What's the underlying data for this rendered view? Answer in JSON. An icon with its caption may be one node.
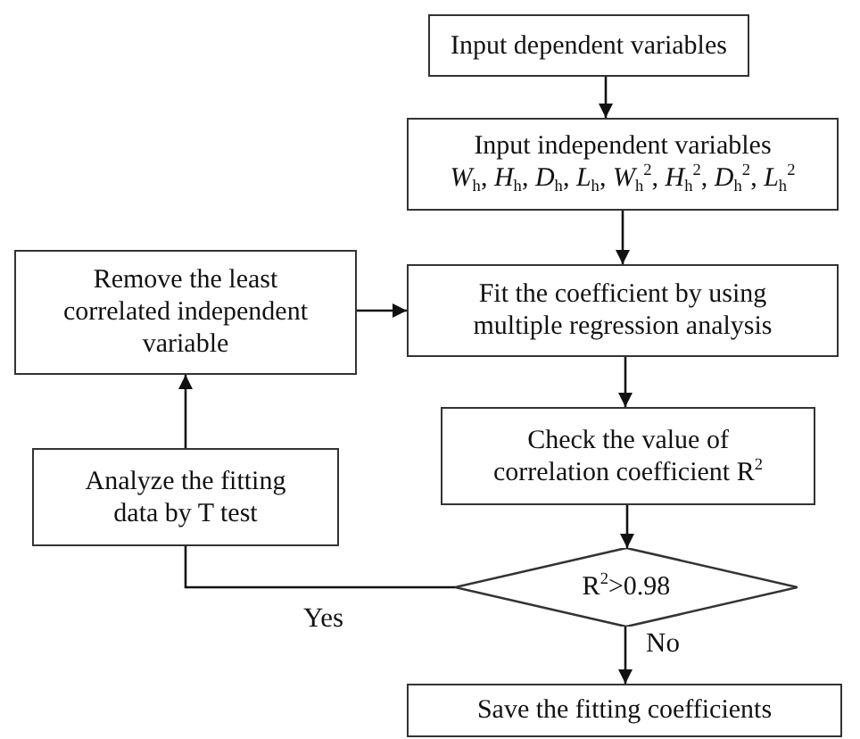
{
  "diagram": {
    "nodes": [
      {
        "text": [
          "Input dependent variables"
        ]
      },
      {
        "text": [
          "Input independent variables",
          "*W*$_{h}$, *H*$_{h}$, *D*$_{h}$, *L*$_{h}$, *W*$_{h}$$^{2}$, *H*$_{h}$$^{2}$, *D*$_{h}$$^{2}$, *L*$_{h}$$^{2}$"
        ]
      },
      {
        "text": [
          "Fit the coefficient by using multiple  regression analysis"
        ]
      },
      {
        "text": [
          "Remove the least correlated independent variable"
        ]
      },
      {
        "text": [
          "Check the value of correlation coefficient R$^{2}$"
        ]
      },
      {
        "text": [
          "Analyze the fitting data by T test"
        ]
      },
      {
        "text": [
          "R$^{2}$>0.98"
        ]
      },
      {
        "text": [
          "Save the fitting coefficients"
        ]
      }
    ],
    "edges": [
      {
        "from": 0,
        "to": 1,
        "arrow": "to"
      },
      {
        "from": 1,
        "to": 2,
        "arrow": "to"
      },
      {
        "from": 3,
        "to": 2,
        "arrow": "to"
      },
      {
        "from": 2,
        "to": 4,
        "arrow": "to"
      },
      {
        "from": 4,
        "to": 6,
        "arrow": "to"
      },
      {
        "from": 6,
        "to": 7,
        "arrow": "to",
        "label": "No"
      },
      {
        "from": 6,
        "to": 5,
        "arrow": "none",
        "label": "Yes"
      },
      {
        "from": 5,
        "to": 3,
        "arrow": "to"
      }
    ]
  }
}
